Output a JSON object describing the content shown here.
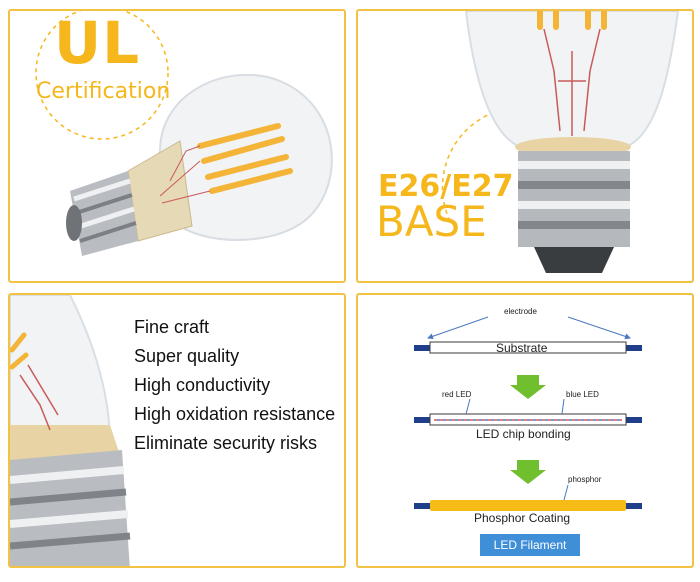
{
  "panels": {
    "ul": {
      "title": "UL",
      "subtitle": "Certification"
    },
    "base": {
      "line1": "E26/E27",
      "line2": "BASE"
    },
    "features": {
      "items": [
        "Fine craft",
        "Super quality",
        "High conductivity",
        "High oxidation resistance",
        "Eliminate security risks"
      ]
    },
    "diagram": {
      "electrode_label": "electrode",
      "substrate_label": "Substrate",
      "red_led_label": "red LED",
      "blue_led_label": "blue LED",
      "chip_bonding_label": "LED chip bonding",
      "phosphor_label": "phosphor",
      "coating_label": "Phosphor Coating",
      "legend_label": "LED Filament"
    }
  },
  "colors": {
    "accent": "#f5b71c",
    "border": "#f2c244",
    "blue": "#3f8fd8",
    "arrow_green": "#6fbf2e",
    "phosphor": "#f7bb17"
  }
}
